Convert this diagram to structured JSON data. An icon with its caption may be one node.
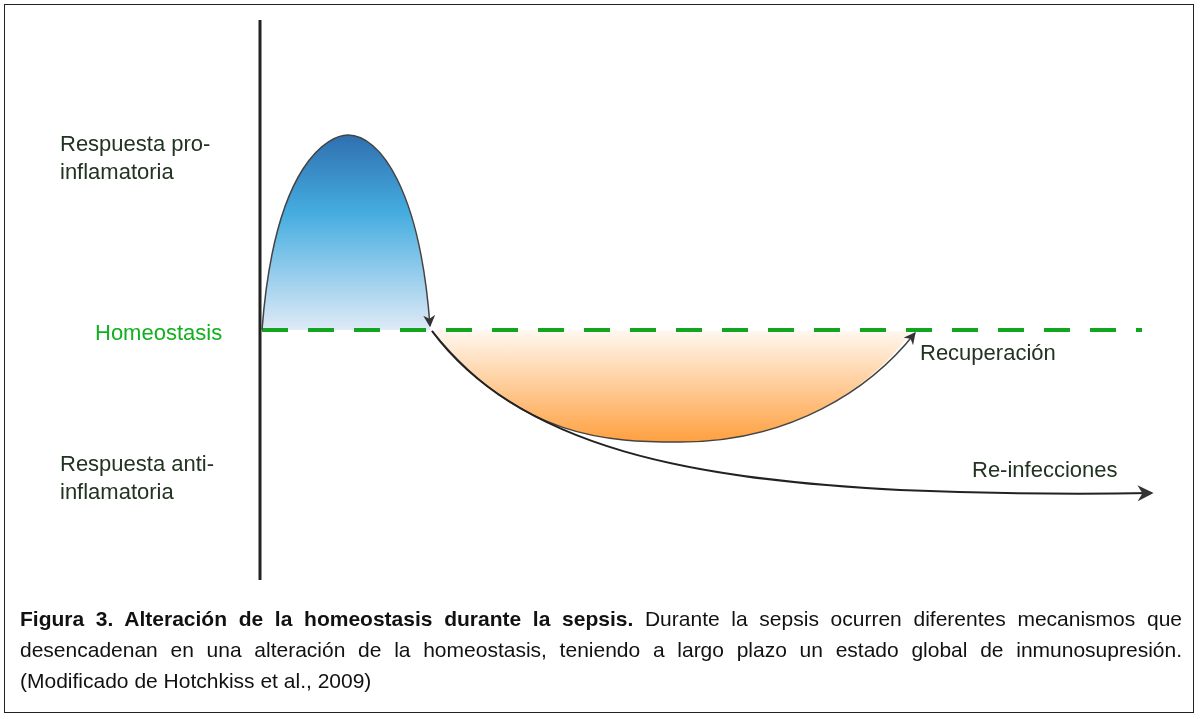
{
  "diagram": {
    "caption": "**Figura 3. Alteración de la homeostasis durante la sepsis.** Durante la sepsis ocurren diferentes mecanismos que desencadenan en una alteración de la homeostasis, teniendo a largo plazo un estado global de inmunosupresión. (Modificado de Hotchkiss et al., 2009)",
    "labels": [
      "Respuesta pro-inflamatoria",
      "Homeostasis",
      "Recuperación",
      "Respuesta anti-inflamatoria",
      "Re-infecciones"
    ]
  }
}
